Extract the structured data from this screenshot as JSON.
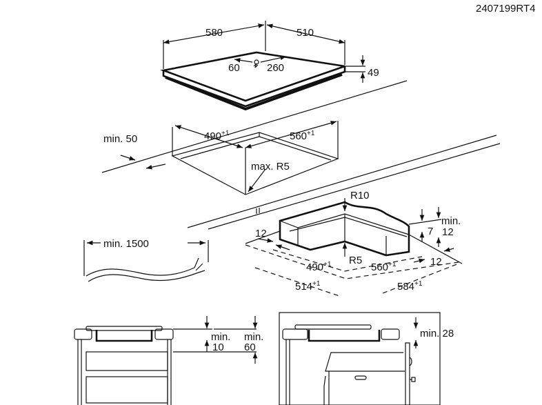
{
  "drawing_code": "2407199RT4",
  "hob": {
    "width": "580",
    "depth": "510",
    "conn_left": "60",
    "conn_right": "260",
    "height": "49"
  },
  "cutout": {
    "width": "490",
    "depth": "560",
    "tolerance": "+1",
    "min_front": "min. 50",
    "max_radius": "max. R5"
  },
  "cable": {
    "min_length": "min. 1500"
  },
  "seal_detail": {
    "r10": "R10",
    "r5": "R5",
    "left_offset": "12",
    "gap": "7",
    "min_label": "min.",
    "min_value": "12",
    "right_offset": "12",
    "inner_width": "490",
    "inner_depth": "560",
    "outer_width": "514",
    "outer_depth": "584",
    "tolerance": "+1"
  },
  "drawer_section": {
    "min_label": "min.",
    "gap_value": "10",
    "clear_value": "60"
  },
  "oven_section": {
    "min_gap": "min. 28"
  }
}
